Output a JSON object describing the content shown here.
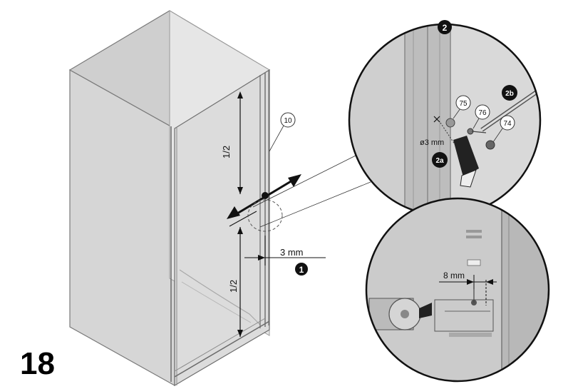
{
  "step_number": "18",
  "labels": {
    "half_top": "1/2",
    "half_bottom": "1/2",
    "gap": "3 mm",
    "drill": "ø3 mm",
    "offset": "8 mm"
  },
  "callouts": {
    "step1": "1",
    "step2": "2",
    "step2a": "2a",
    "step2b": "2b"
  },
  "parts": {
    "p10": "10",
    "p75": "75",
    "p76": "76",
    "p74": "74"
  }
}
